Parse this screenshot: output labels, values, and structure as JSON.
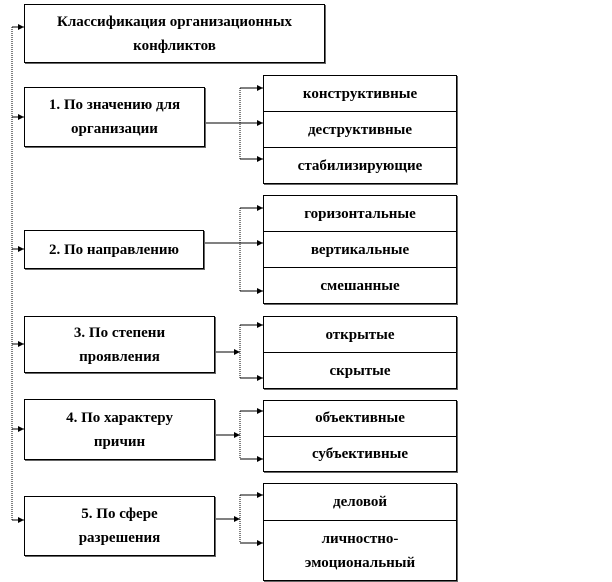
{
  "title": "Классификация организационных конфликтов",
  "categories": [
    {
      "label": "1. По значению для организации",
      "items": [
        "конструктивные",
        "деструктивные",
        "стабилизирующие"
      ]
    },
    {
      "label": "2. По направлению",
      "items": [
        "горизонтальные",
        "вертикальные",
        "смешанные"
      ]
    },
    {
      "label": "3. По степени проявления",
      "items": [
        "открытые",
        "скрытые"
      ]
    },
    {
      "label": "4. По характеру причин",
      "items": [
        "объективные",
        "субъективные"
      ]
    },
    {
      "label": "5. По сфере разрешения",
      "items": [
        "деловой",
        "личностно-эмоциональный"
      ]
    }
  ]
}
